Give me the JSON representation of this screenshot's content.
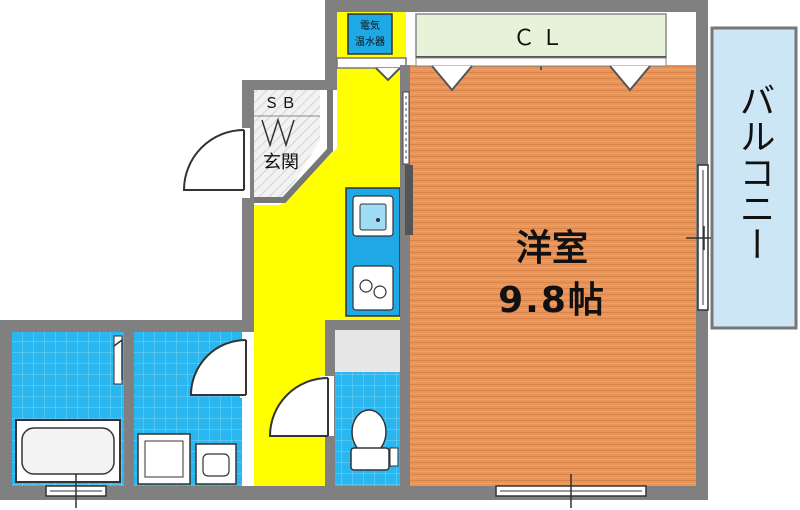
{
  "rooms": {
    "western_room": {
      "name": "洋室",
      "size": "9.8帖"
    },
    "closet": "ＣＬ",
    "balcony": "バルコニー",
    "entrance": "玄関",
    "shoe_box": "ＳＢ",
    "water_heater": {
      "line1": "電気",
      "line2": "温水器"
    }
  },
  "colors": {
    "wall": "#808080",
    "floor_wood": "#e8955a",
    "corridor": "#ffff00",
    "tile": "#23b7f0",
    "balcony": "#cde6f5",
    "closet": "#e6f3d9",
    "kitchen": "#1fa8e6"
  }
}
